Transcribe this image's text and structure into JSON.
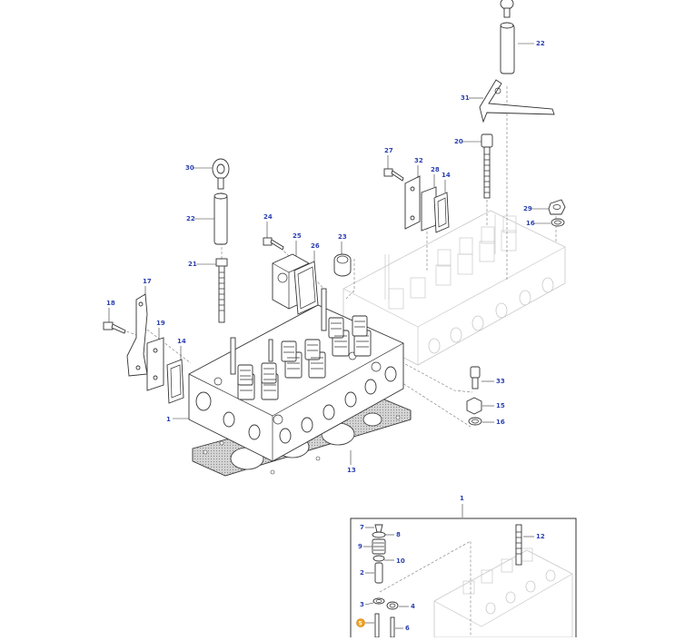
{
  "diagram": {
    "callouts": {
      "c1_main": "1",
      "c13": "13",
      "c14_left": "14",
      "c17": "17",
      "c18": "18",
      "c19": "19",
      "c21": "21",
      "c22_left": "22",
      "c30": "30",
      "c24": "24",
      "c25": "25",
      "c26": "26",
      "c23": "23",
      "c27": "27",
      "c32": "32",
      "c28": "28",
      "c14_right": "14",
      "c20": "20",
      "c29": "29",
      "c16_top": "16",
      "c31": "31",
      "c22_top": "22",
      "c33": "33",
      "c15": "15",
      "c16_bottom": "16"
    },
    "inset": {
      "ref_label": "1",
      "labels": {
        "i7": "7",
        "i8": "8",
        "i9": "9",
        "i10": "10",
        "i2": "2",
        "i3": "3",
        "i4": "4",
        "i5": "5",
        "i6": "6",
        "i12": "12"
      }
    },
    "colors": {
      "callout_text": "#2a3fb0",
      "line": "#333333",
      "ghost_line": "#c8c8c8",
      "gasket_fill": "#bdbdbd",
      "inset_marker": "#f0a020"
    }
  }
}
